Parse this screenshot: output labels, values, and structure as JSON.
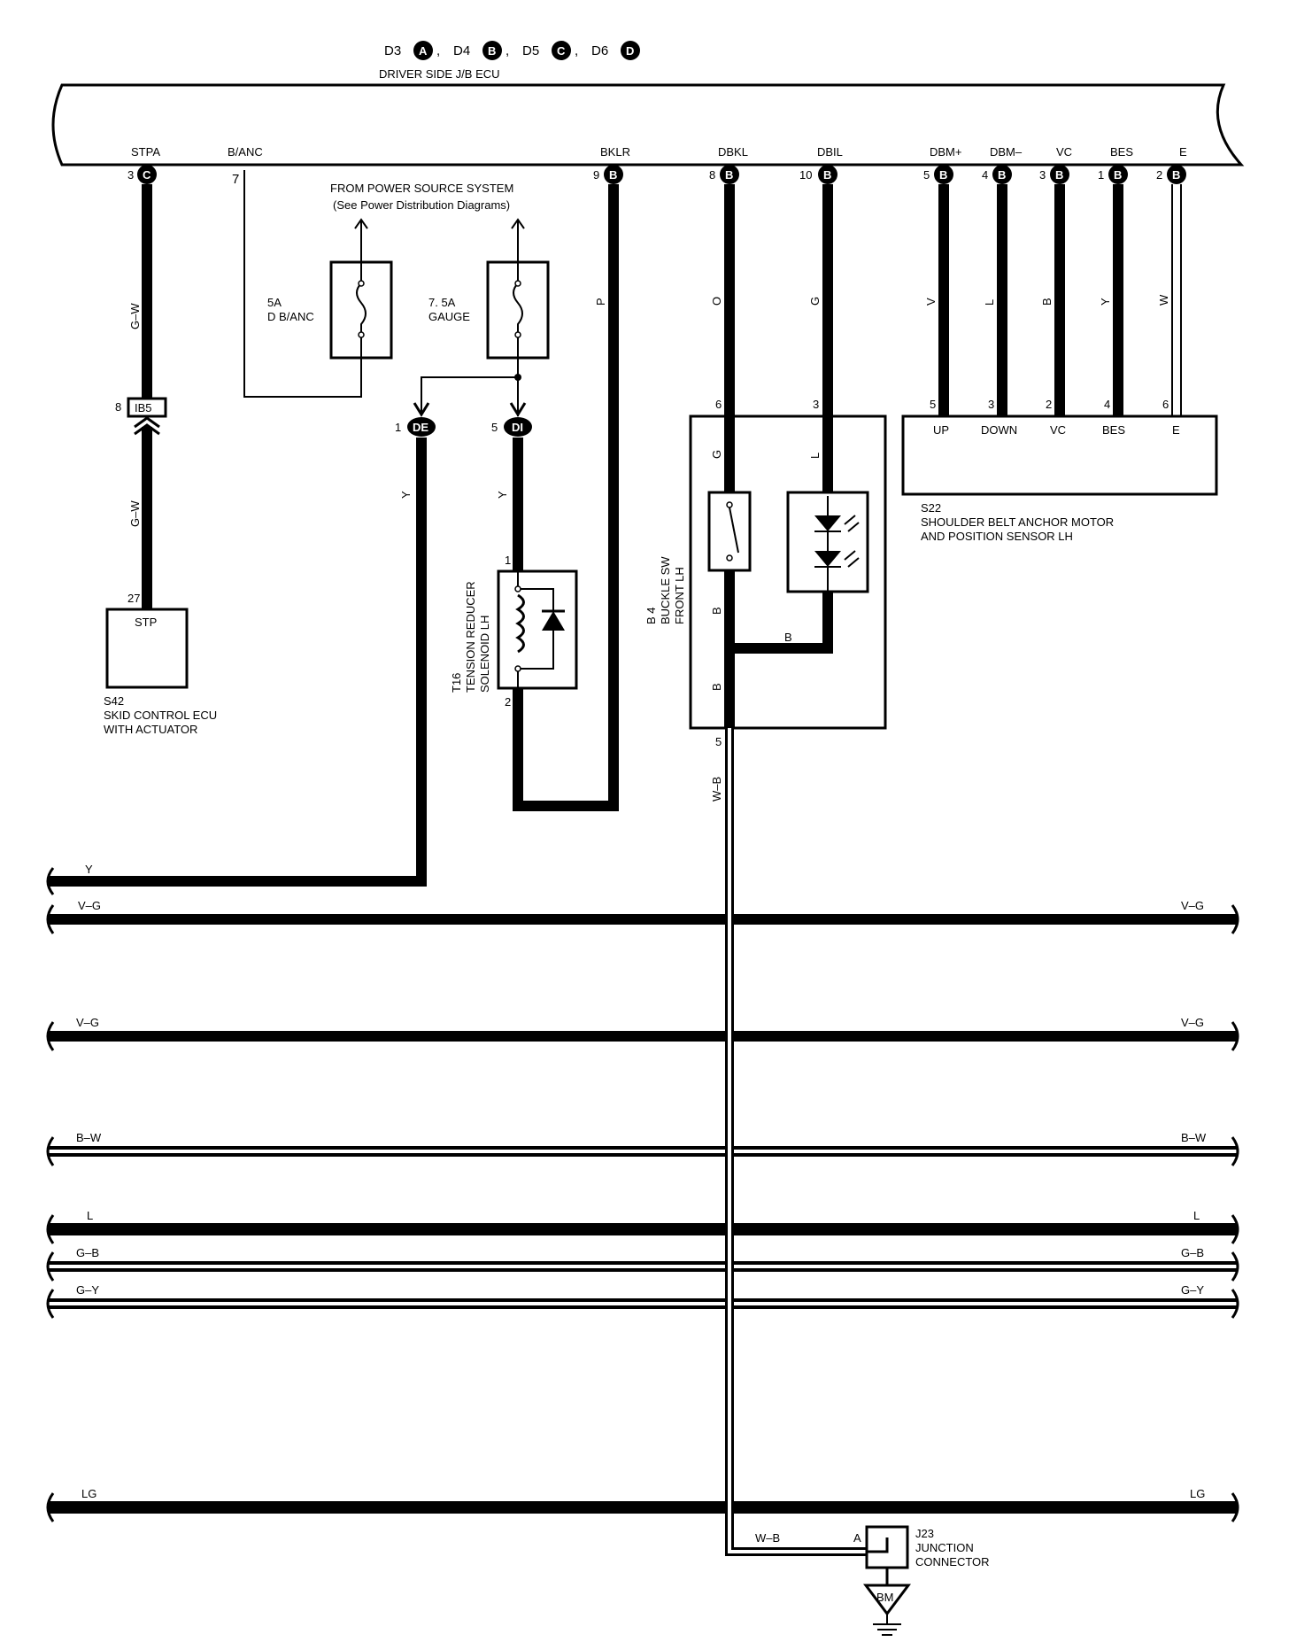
{
  "header": {
    "connectors_prefix": [
      "D3",
      "D4",
      "D5",
      "D6"
    ],
    "connectors_letter": [
      "A",
      "B",
      "C",
      "D"
    ],
    "ecu_name": "DRIVER SIDE J/B ECU"
  },
  "ecu_pins": [
    {
      "label": "STPA",
      "num": "3",
      "conn": "C"
    },
    {
      "label": "B/ANC",
      "num": "7",
      "conn": ""
    },
    {
      "label": "BKLR",
      "num": "9",
      "conn": "B"
    },
    {
      "label": "DBKL",
      "num": "8",
      "conn": "B"
    },
    {
      "label": "DBIL",
      "num": "10",
      "conn": "B"
    },
    {
      "label": "DBM+",
      "num": "5",
      "conn": "B"
    },
    {
      "label": "DBM–",
      "num": "4",
      "conn": "B"
    },
    {
      "label": "VC",
      "num": "3",
      "conn": "B"
    },
    {
      "label": "BES",
      "num": "1",
      "conn": "B"
    },
    {
      "label": "E",
      "num": "2",
      "conn": "B"
    }
  ],
  "power": {
    "title": "FROM POWER SOURCE SYSTEM",
    "subtitle": "(See Power Distribution Diagrams)",
    "fuse1": {
      "rating": "5A",
      "name": "D B/ANC"
    },
    "fuse2": {
      "rating": "7. 5A",
      "name": "GAUGE"
    }
  },
  "wires": {
    "stpa": "G–W",
    "stpa_lower": "G–W",
    "bklr": "P",
    "dbkl": "O",
    "dbil": "G",
    "dbm_plus": "V",
    "dbm_minus": "L",
    "vc": "B",
    "bes": "Y",
    "e": "W",
    "de": "Y",
    "di": "Y",
    "buckle_g": "G",
    "buckle_l": "L",
    "buckle_b1": "B",
    "buckle_b2": "B",
    "buckle_b3": "B",
    "buckle_out": "W–B",
    "ground": "W–B"
  },
  "connectors": {
    "ib5": {
      "pin": "8",
      "name": "IB5"
    },
    "de": {
      "pin": "1",
      "name": "DE"
    },
    "di": {
      "pin": "5",
      "name": "DI"
    }
  },
  "components": {
    "s42": {
      "pin": "27",
      "terminal": "STP",
      "code": "S42",
      "line1": "SKID CONTROL ECU",
      "line2": "WITH ACTUATOR"
    },
    "t16": {
      "pin_top": "1",
      "pin_bottom": "2",
      "code": "T16",
      "line1": "TENSION REDUCER",
      "line2": "SOLENOID LH"
    },
    "b4": {
      "pin_g": "6",
      "pin_l": "3",
      "pin_out": "5",
      "code": "B 4",
      "line1": "BUCKLE SW",
      "line2": "FRONT LH"
    },
    "s22": {
      "pins": [
        "5",
        "3",
        "2",
        "4",
        "6"
      ],
      "terminals": [
        "UP",
        "DOWN",
        "VC",
        "BES",
        "E"
      ],
      "code": "S22",
      "line1": "SHOULDER BELT ANCHOR MOTOR",
      "line2": "AND POSITION SENSOR LH"
    },
    "j23": {
      "pin": "A",
      "code": "J23",
      "line1": "JUNCTION",
      "line2": "CONNECTOR"
    },
    "ground": {
      "label": "BM"
    }
  },
  "buses": [
    {
      "label_left": "Y",
      "label_right": ""
    },
    {
      "label_left": "V–G",
      "label_right": "V–G"
    },
    {
      "label_left": "V–G",
      "label_right": "V–G"
    },
    {
      "label_left": "B–W",
      "label_right": "B–W"
    },
    {
      "label_left": "L",
      "label_right": "L"
    },
    {
      "label_left": "G–B",
      "label_right": "G–B"
    },
    {
      "label_left": "G–Y",
      "label_right": "G–Y"
    },
    {
      "label_left": "LG",
      "label_right": "LG"
    }
  ]
}
